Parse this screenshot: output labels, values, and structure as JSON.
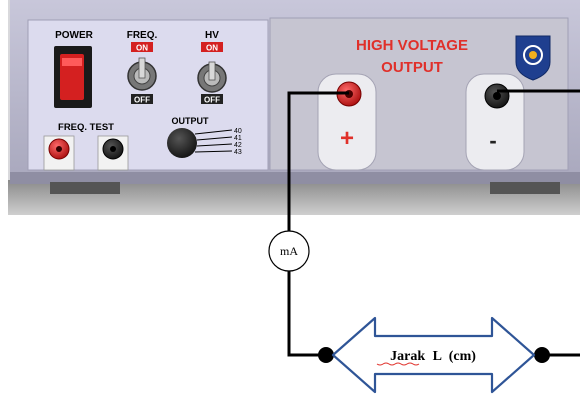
{
  "panel": {
    "power_label": "POWER",
    "freq_label": "FREQ.",
    "hv_label": "HV",
    "on_label": "ON",
    "off_label": "OFF",
    "freq_test_label": "FREQ. TEST",
    "output_label": "OUTPUT",
    "output_steps": [
      "40",
      "41",
      "42",
      "43"
    ],
    "title_line1": "HIGH VOLTAGE",
    "title_line2": "OUTPUT",
    "plus_symbol": "+",
    "minus_symbol": "-"
  },
  "circuit": {
    "meter_label": "mA",
    "distance_prefix": "Jarak",
    "distance_var": "L",
    "distance_unit": "(cm)"
  },
  "colors": {
    "case_body": "#b9b8cd",
    "left_panel": "#dcdbee",
    "right_panel": "#c6c5d1",
    "title_red": "#e0302a",
    "switch_red": "#d42020",
    "wire": "#000000",
    "arrow_outline": "#2f5597"
  }
}
